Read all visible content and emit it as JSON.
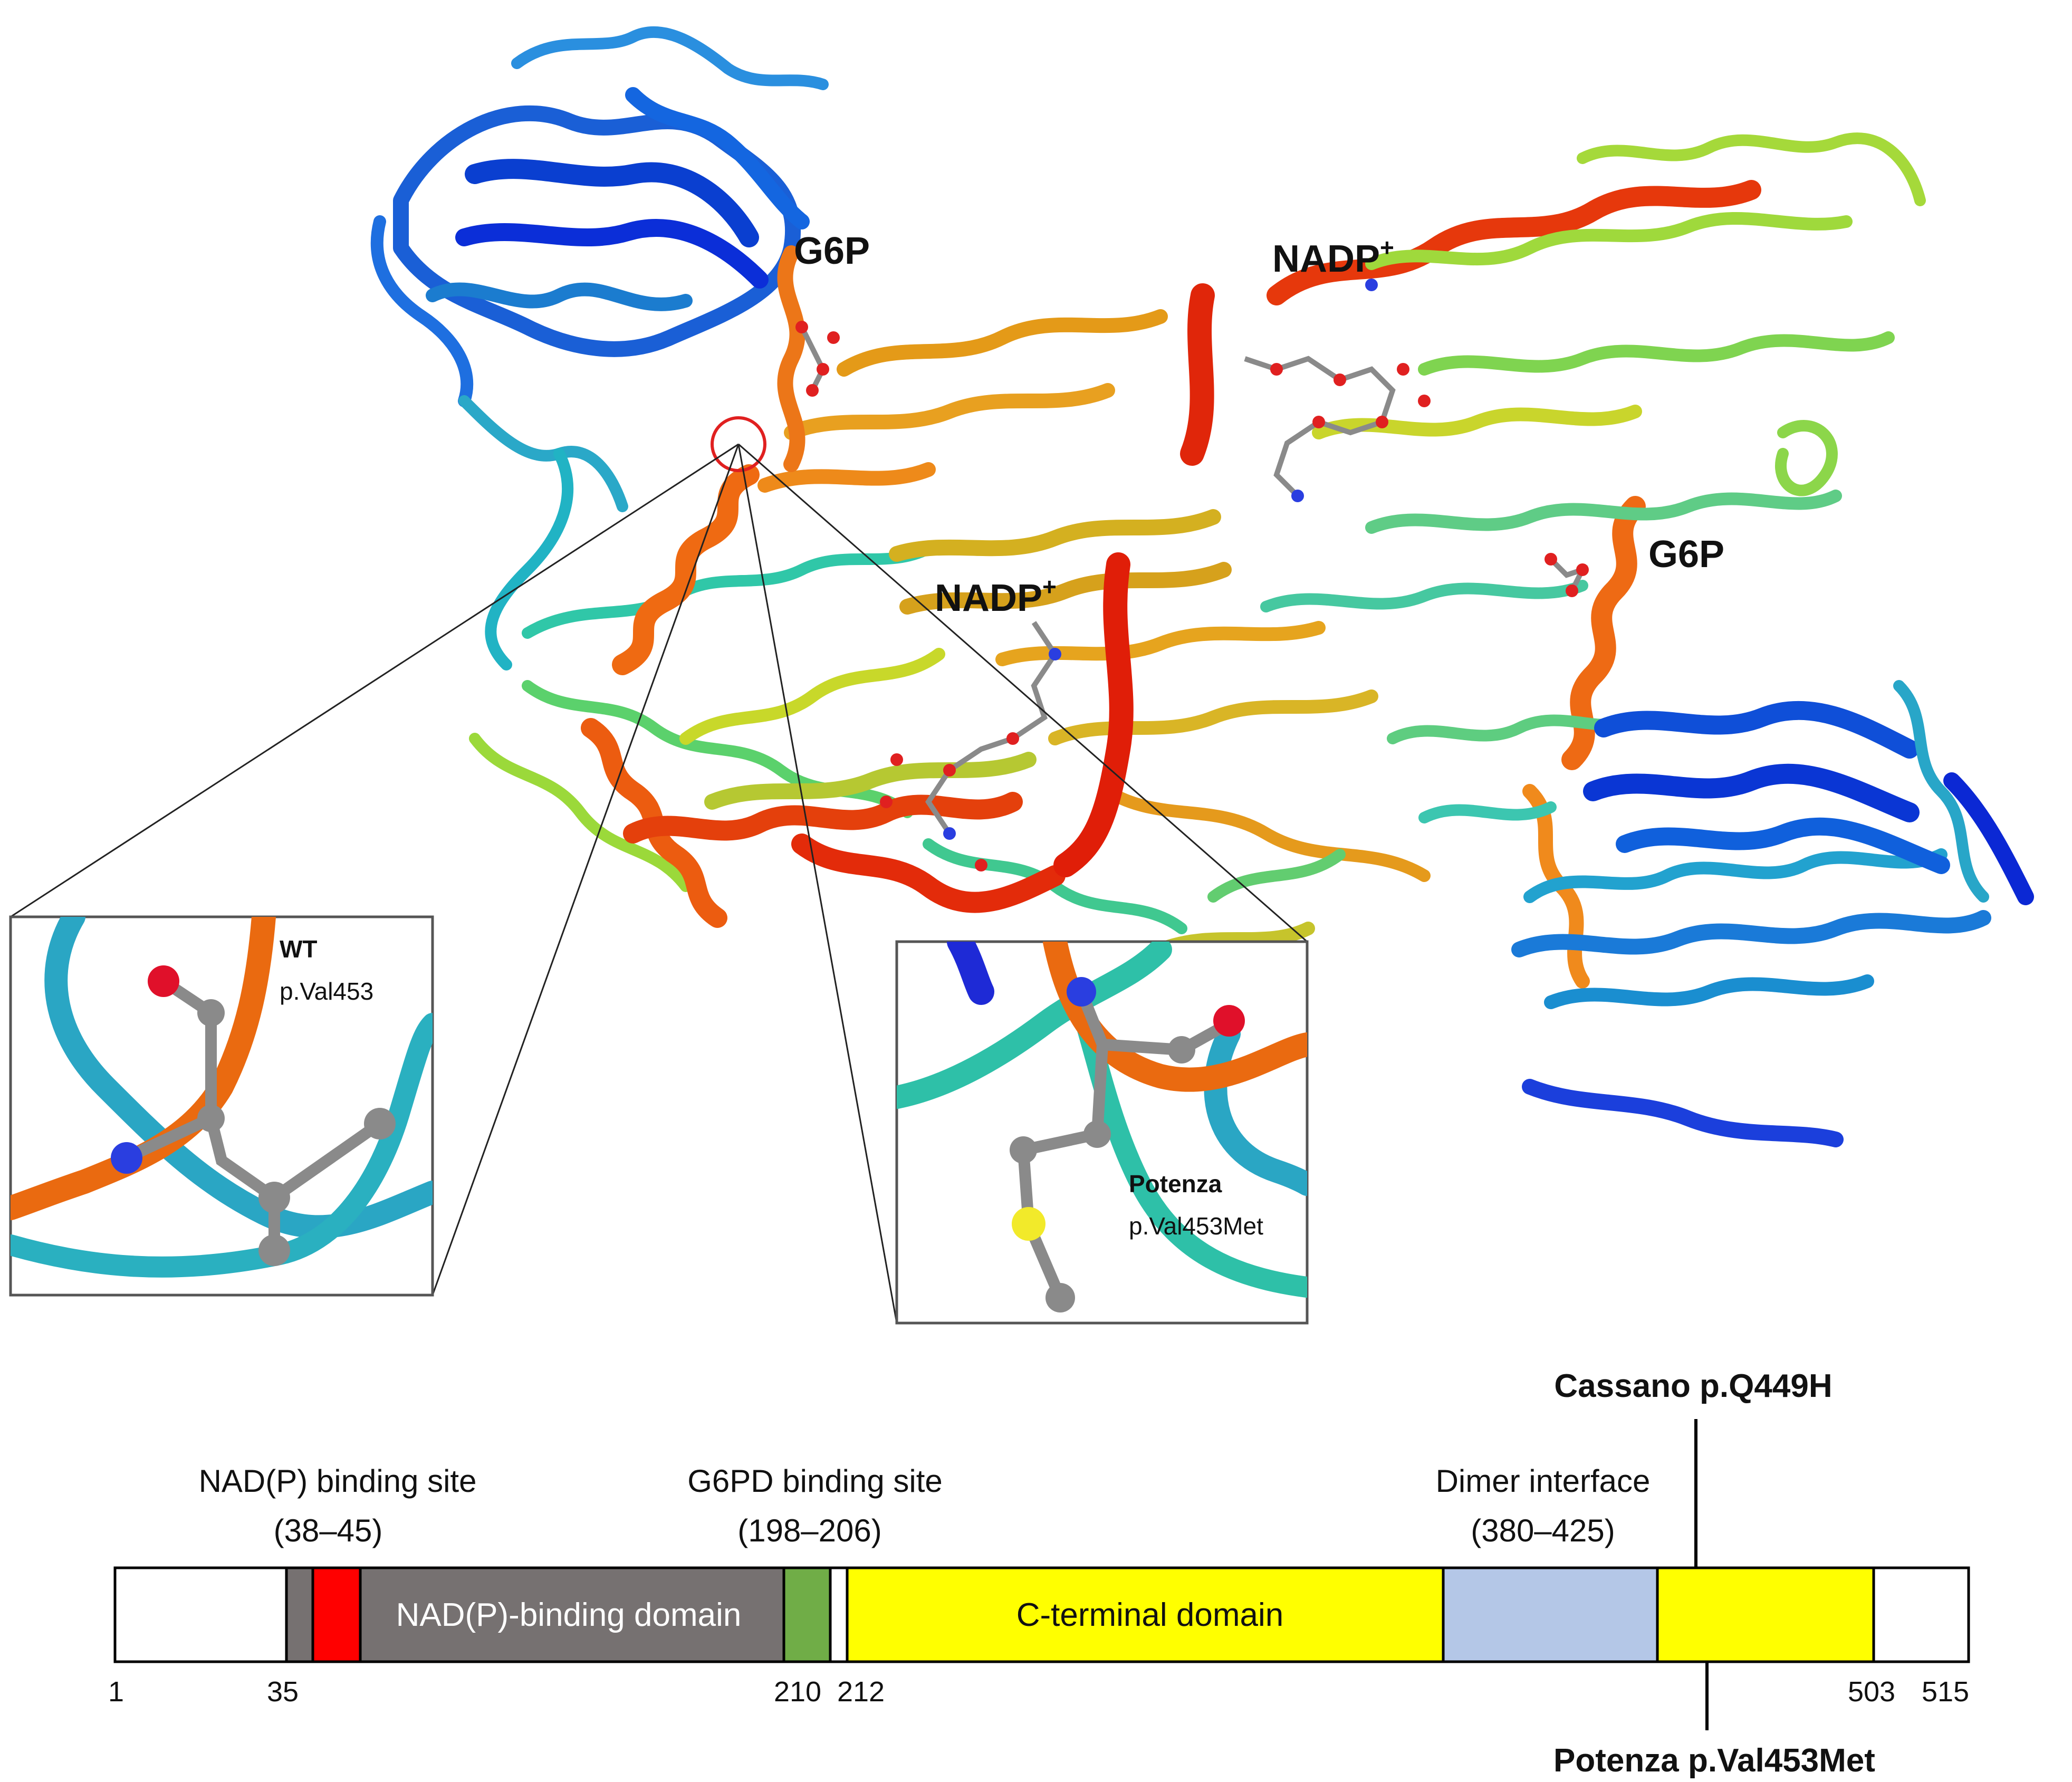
{
  "structure_labels": {
    "g6p_top": "G6P",
    "g6p_right": "G6P",
    "nadp_top": "NADP",
    "nadp_top_sup": "+",
    "nadp_mid": "NADP",
    "nadp_mid_sup": "+"
  },
  "insets": {
    "wt": {
      "title": "WT",
      "subtitle": "p.Val453"
    },
    "mutant": {
      "title": "Potenza",
      "subtitle": "p.Val453Met"
    }
  },
  "domain_map": {
    "regions": [
      {
        "label": "NAD(P) binding site",
        "range": "(38–45)",
        "color": "#ff0000"
      },
      {
        "label": "G6PD binding site",
        "range": "(198–206)",
        "color": "#70ad47"
      },
      {
        "label": "Dimer interface",
        "range": "(380–425)",
        "color": "#b4c7e7"
      }
    ],
    "domains": {
      "nadp_binding_domain": "NAD(P)-binding domain",
      "c_terminal_domain": "C-terminal domain"
    },
    "positions": [
      "1",
      "35",
      "210",
      "212",
      "503",
      "515"
    ],
    "mutations": {
      "top": "Cassano p.Q449H",
      "bottom": "Potenza p.Val453Met"
    },
    "colors": {
      "nadp_domain": "#767171",
      "c_terminal": "#ffff00",
      "outline": "#000000"
    }
  }
}
